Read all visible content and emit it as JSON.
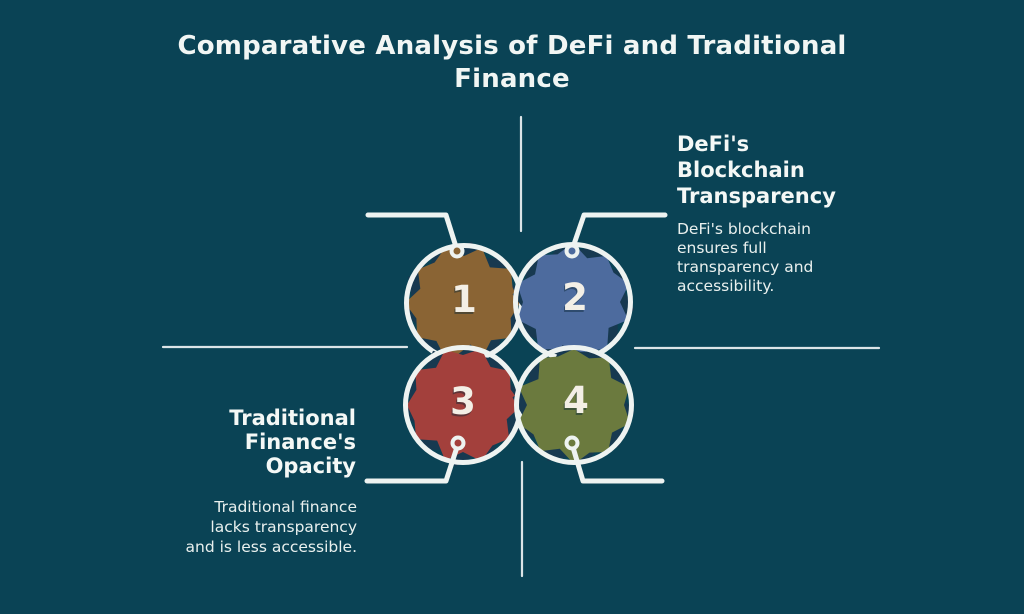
{
  "title": {
    "lines": [
      "Comparative Analysis of DeFi and Traditional",
      "Finance"
    ]
  },
  "colors": {
    "background": "#0a4355",
    "stroke_white": "#eef3f1",
    "thin_line": "#e8edef",
    "shadow": "#173950",
    "number_fill": "#f3efe6"
  },
  "circles": [
    {
      "number": "1",
      "color": "#8a6434"
    },
    {
      "number": "2",
      "color": "#4d6b9e"
    },
    {
      "number": "3",
      "color": "#a3403c"
    },
    {
      "number": "4",
      "color": "#6b7a3e"
    }
  ],
  "callouts": {
    "defi": {
      "heading_lines": [
        "DeFi's",
        "Blockchain",
        "Transparency"
      ],
      "body_lines": [
        "DeFi's blockchain",
        "ensures full",
        "transparency and",
        "accessibility."
      ]
    },
    "traditional": {
      "heading_lines": [
        "Traditional",
        "Finance's",
        "Opacity"
      ],
      "body_lines": [
        "Traditional finance",
        "lacks transparency",
        "and is less accessible."
      ]
    }
  }
}
